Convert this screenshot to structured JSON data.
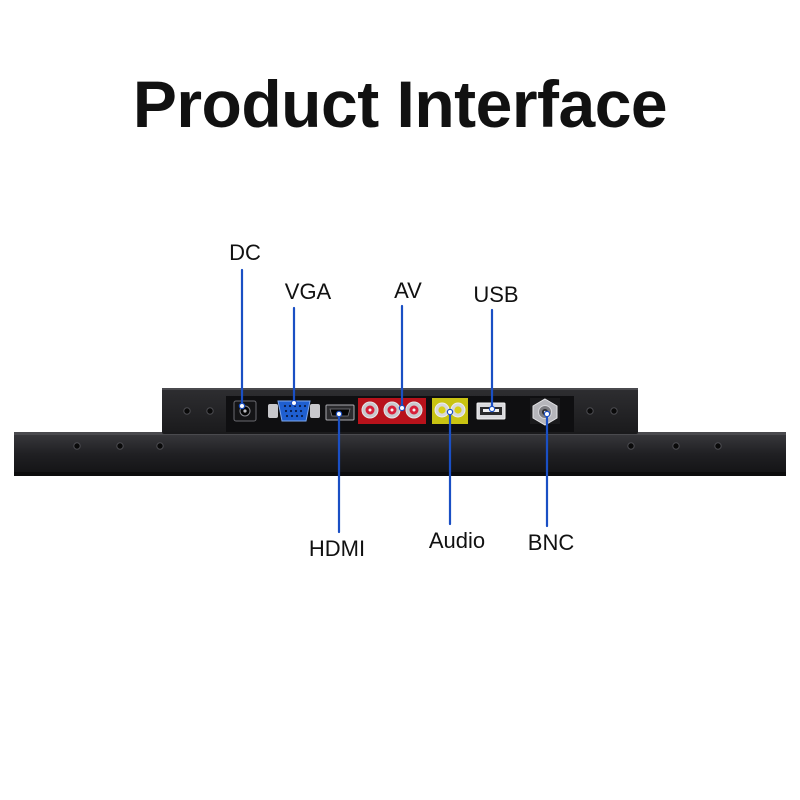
{
  "title": "Product Interface",
  "ports": {
    "dc": "DC",
    "vga": "VGA",
    "av": "AV",
    "usb": "USB",
    "hdmi": "HDMI",
    "audio": "Audio",
    "bnc": "BNC"
  },
  "colors": {
    "leader_line": "#1a4fc4",
    "device_body": "#1c1c1e",
    "av_panel": "#b8121b",
    "audio_panel": "#c9c312",
    "vga_port": "#1f5fd0"
  }
}
